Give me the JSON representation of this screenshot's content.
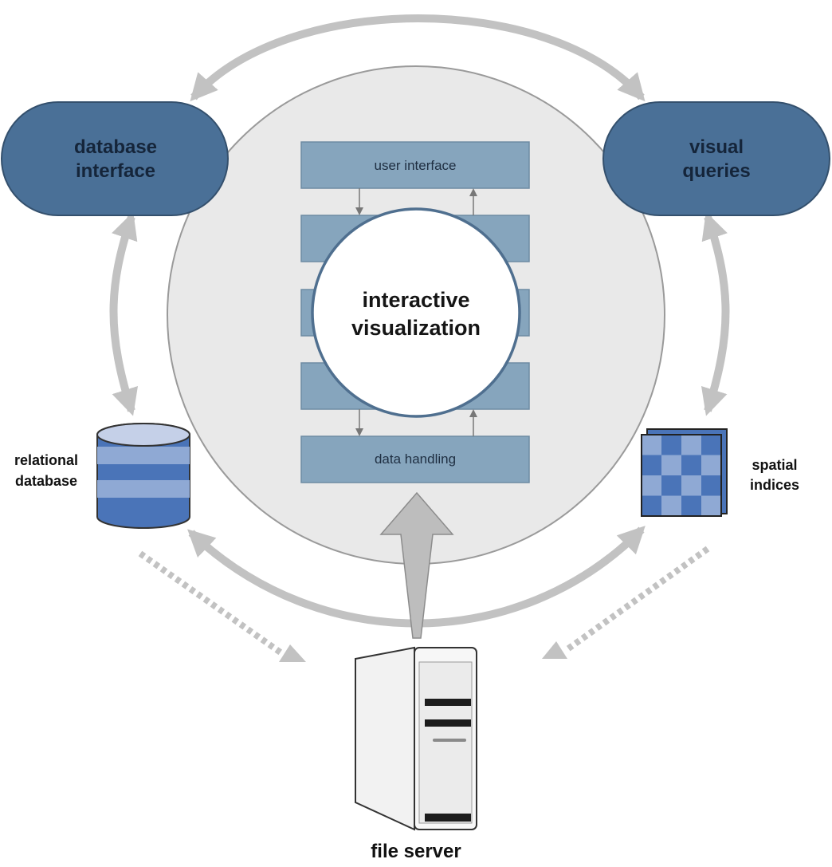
{
  "nodes": {
    "database_interface": {
      "line1": "database",
      "line2": "interface"
    },
    "visual_queries": {
      "line1": "visual",
      "line2": "queries"
    },
    "relational_database": {
      "line1": "relational",
      "line2": "database"
    },
    "spatial_indices": {
      "line1": "spatial",
      "line2": "indices"
    },
    "file_server": {
      "label": "file server"
    }
  },
  "center": {
    "line1": "interactive",
    "line2": "visualization"
  },
  "layers": {
    "top": "user interface",
    "bottom": "data handling"
  },
  "colors": {
    "pill": "#4a7097",
    "layer": "#86a5bd",
    "circle_bg": "#e9e9e9",
    "arrow": "#c2c2c2",
    "db_dark": "#4a74b8",
    "db_light": "#8fa9d4"
  }
}
